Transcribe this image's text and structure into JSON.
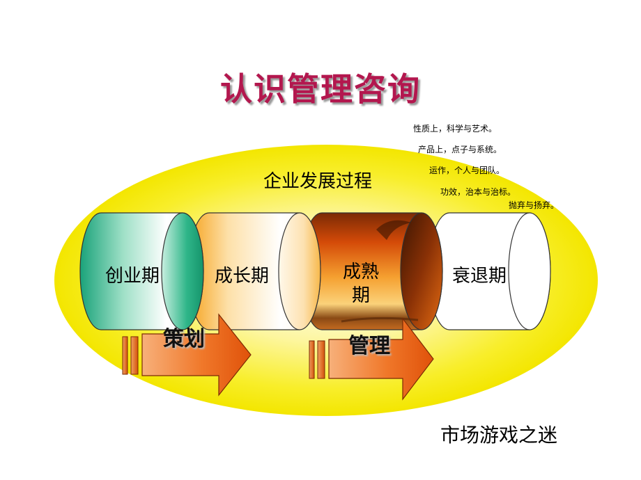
{
  "title": "认识管理咨询",
  "notes": [
    "性质上，科学与艺术。",
    "产品上，点子与系统。",
    "运作，个人与团队。",
    "功效，治本与治标。",
    "抛弃与扬弃。"
  ],
  "subtitle": "企业发展过程",
  "stages": [
    {
      "label": "创业期"
    },
    {
      "label": "成长期"
    },
    {
      "label": "成熟\n期"
    },
    {
      "label": "衰退期"
    }
  ],
  "arrows": [
    {
      "label": "策划"
    },
    {
      "label": "管理"
    }
  ],
  "footer": "市场游戏之迷"
}
